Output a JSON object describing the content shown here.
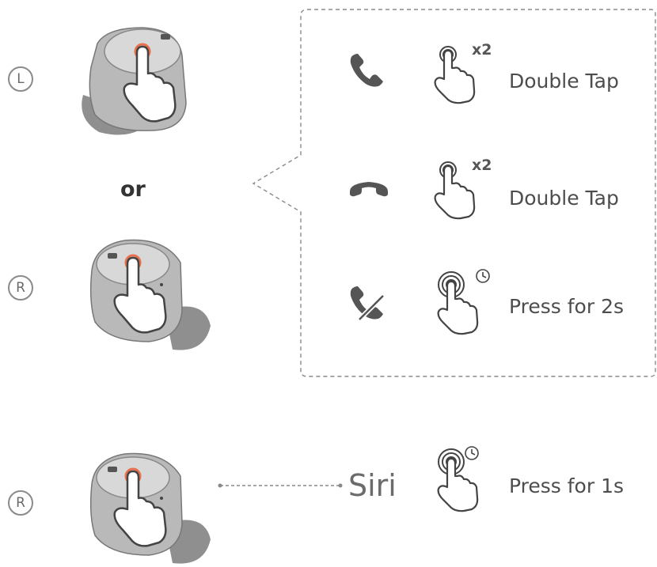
{
  "earbud_labels": {
    "left": "L",
    "right_top": "R",
    "right_bottom": "R"
  },
  "or_text": "or",
  "actions": [
    {
      "icon": "phone-answer-icon",
      "gesture": "double-tap",
      "multiplier": "x2",
      "label": "Double Tap"
    },
    {
      "icon": "phone-hangup-icon",
      "gesture": "double-tap",
      "multiplier": "x2",
      "label": "Double Tap"
    },
    {
      "icon": "phone-reject-icon",
      "gesture": "press-hold",
      "label": "Press for 2s"
    }
  ],
  "siri": {
    "label": "Siri",
    "gesture": "press-hold",
    "action": "Press for 1s"
  },
  "colors": {
    "icon_gray": "#555555",
    "earbud_gray": "#9a9a9a",
    "touch_orange": "#e8704e",
    "dash_gray": "#888888"
  }
}
